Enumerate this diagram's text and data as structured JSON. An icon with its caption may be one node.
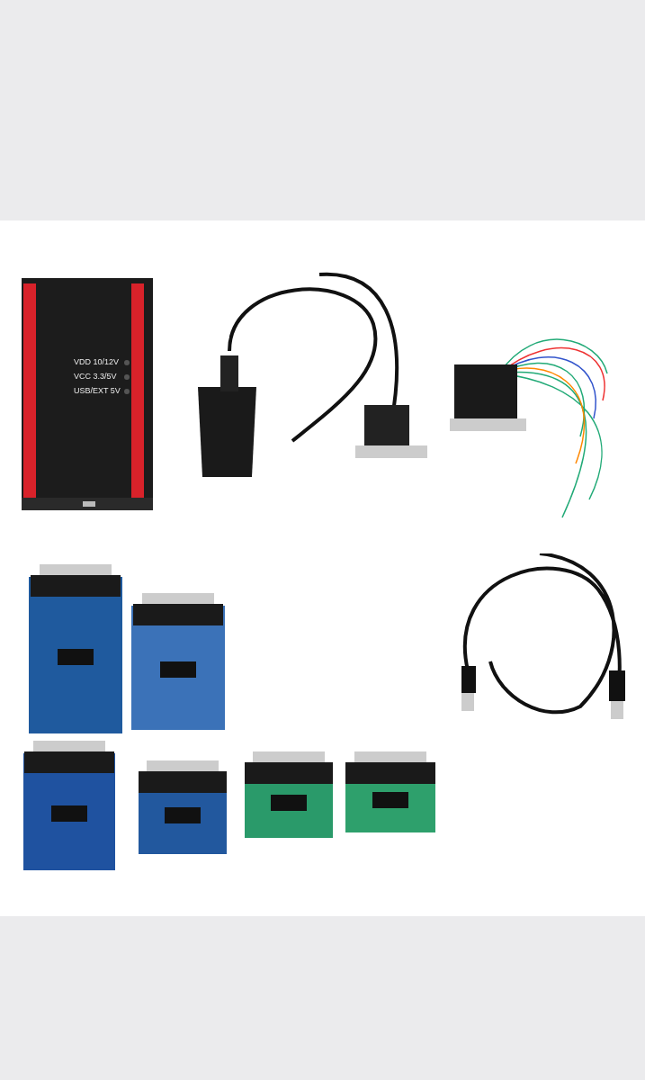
{
  "diagram": {
    "labels": [
      "VDD 10/12V",
      "VCC 3.3/5V",
      "USB/EXT 5V"
    ]
  }
}
